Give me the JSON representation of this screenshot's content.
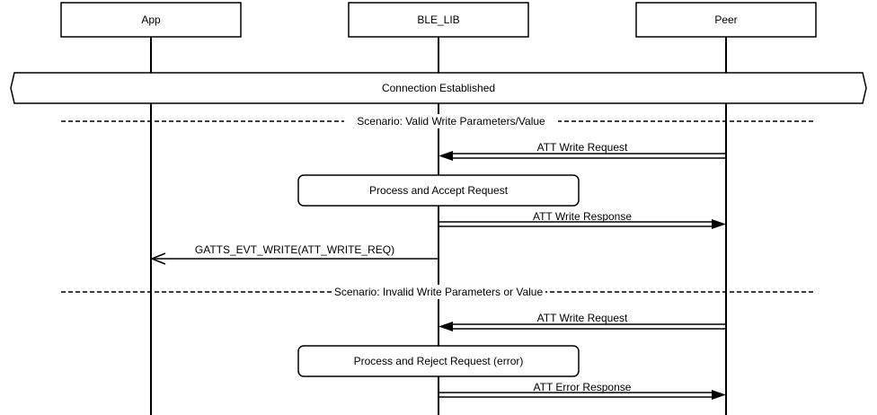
{
  "participants": [
    {
      "id": "app",
      "label": "App"
    },
    {
      "id": "ble_lib",
      "label": "BLE_LIB"
    },
    {
      "id": "peer",
      "label": "Peer"
    }
  ],
  "banner": {
    "label": "Connection Established"
  },
  "scenarios": [
    {
      "label": "Scenario: Valid Write Parameters/Value",
      "steps": [
        {
          "kind": "message",
          "from": "peer",
          "to": "ble_lib",
          "style": "double",
          "label": "ATT Write Request"
        },
        {
          "kind": "process",
          "label": "Process and Accept Request"
        },
        {
          "kind": "message",
          "from": "ble_lib",
          "to": "peer",
          "style": "double",
          "label": "ATT Write Response"
        },
        {
          "kind": "message",
          "from": "ble_lib",
          "to": "app",
          "style": "single",
          "label": "GATTS_EVT_WRITE(ATT_WRITE_REQ)"
        }
      ]
    },
    {
      "label": "Scenario: Invalid Write Parameters or Value",
      "steps": [
        {
          "kind": "message",
          "from": "peer",
          "to": "ble_lib",
          "style": "double",
          "label": "ATT Write Request"
        },
        {
          "kind": "process",
          "label": "Process and Reject Request (error)"
        },
        {
          "kind": "message",
          "from": "ble_lib",
          "to": "peer",
          "style": "double",
          "label": "ATT Error Response"
        }
      ]
    }
  ]
}
